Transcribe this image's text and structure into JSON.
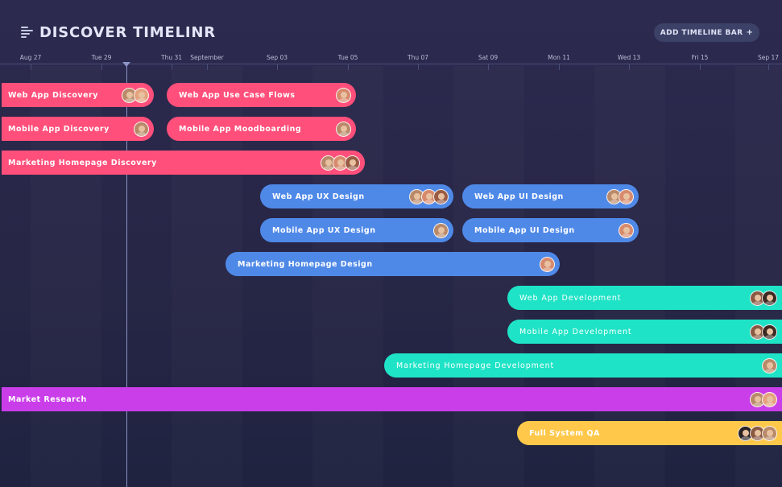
{
  "header": {
    "title": "DISCOVER TIMELINR",
    "add_button_label": "ADD TIMELINE BAR",
    "add_button_icon": "+"
  },
  "axis": {
    "ticks": [
      {
        "label": "Aug 27"
      },
      {
        "label": "Tue 29"
      },
      {
        "label": "Thu 31"
      },
      {
        "label": "September"
      },
      {
        "label": "Sep 03"
      },
      {
        "label": "Tue 05"
      },
      {
        "label": "Thu 07"
      },
      {
        "label": "Sat 09"
      },
      {
        "label": "Mon 11"
      },
      {
        "label": "Wed 13"
      },
      {
        "label": "Fri 15"
      },
      {
        "label": "Sep 17"
      }
    ]
  },
  "colors": {
    "pink": "#ff4f7a",
    "blue": "#4f89e8",
    "teal": "#1fe3c6",
    "purple": "#c93ee8",
    "yellow": "#ffc84a",
    "background": "#2a2847"
  },
  "bars": [
    {
      "label": "Web App Discovery",
      "color": "pink",
      "avatars": [
        "#b98a6a",
        "#e4a27f"
      ]
    },
    {
      "label": "Web App Use Case Flows",
      "color": "pink",
      "avatars": [
        "#d78a6d"
      ]
    },
    {
      "label": "Mobile App Discovery",
      "color": "pink",
      "avatars": [
        "#b98a6a"
      ]
    },
    {
      "label": "Mobile App Moodboarding",
      "color": "pink",
      "avatars": [
        "#b98a6a"
      ]
    },
    {
      "label": "Marketing Homepage Discovery",
      "color": "pink",
      "avatars": [
        "#b98a6a",
        "#d78a6d",
        "#9a5c45"
      ]
    },
    {
      "label": "Web App UX Design",
      "color": "blue",
      "avatars": [
        "#b98a6a",
        "#d78a6d",
        "#9a5c45"
      ]
    },
    {
      "label": "Web App UI Design",
      "color": "blue",
      "avatars": [
        "#b98a6a",
        "#d78a6d"
      ]
    },
    {
      "label": "Mobile App UX Design",
      "color": "blue",
      "avatars": [
        "#b98a6a"
      ]
    },
    {
      "label": "Mobile App UI Design",
      "color": "blue",
      "avatars": [
        "#d78a6d"
      ]
    },
    {
      "label": "Marketing Homepage Design",
      "color": "blue",
      "avatars": [
        "#d78a6d"
      ]
    },
    {
      "label": "Web App Development",
      "color": "teal",
      "avatars": [
        "#8a5a42",
        "#3c2a22"
      ]
    },
    {
      "label": "Mobile App Development",
      "color": "teal",
      "avatars": [
        "#8a5a42",
        "#3c2a22"
      ]
    },
    {
      "label": "Marketing Homepage Development",
      "color": "teal",
      "avatars": [
        "#b98a6a"
      ]
    },
    {
      "label": "Market Research",
      "color": "purple",
      "avatars": [
        "#b98a6a",
        "#e4a27f"
      ]
    },
    {
      "label": "Full System QA",
      "color": "yellow",
      "avatars": [
        "#2a2222",
        "#8a5a42",
        "#b98a6a"
      ]
    }
  ]
}
